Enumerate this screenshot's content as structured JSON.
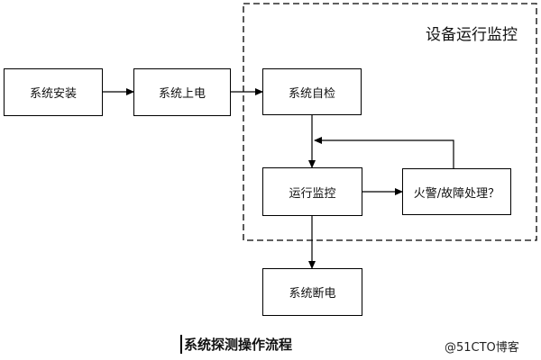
{
  "diagram": {
    "region_label": "设备运行监控",
    "nodes": {
      "install": "系统安装",
      "power_on": "系统上电",
      "self_check": "系统自检",
      "monitor": "运行监控",
      "fire_fault": "火警/故障处理？",
      "shutdown": "系统断电"
    },
    "edges": [
      {
        "from": "install",
        "to": "power_on"
      },
      {
        "from": "power_on",
        "to": "self_check"
      },
      {
        "from": "self_check",
        "to": "monitor"
      },
      {
        "from": "monitor",
        "to": "fire_fault"
      },
      {
        "from": "fire_fault",
        "to": "monitor"
      },
      {
        "from": "monitor",
        "to": "shutdown"
      }
    ]
  },
  "caption": "系统探测操作流程",
  "watermark": "@51CTO博客"
}
